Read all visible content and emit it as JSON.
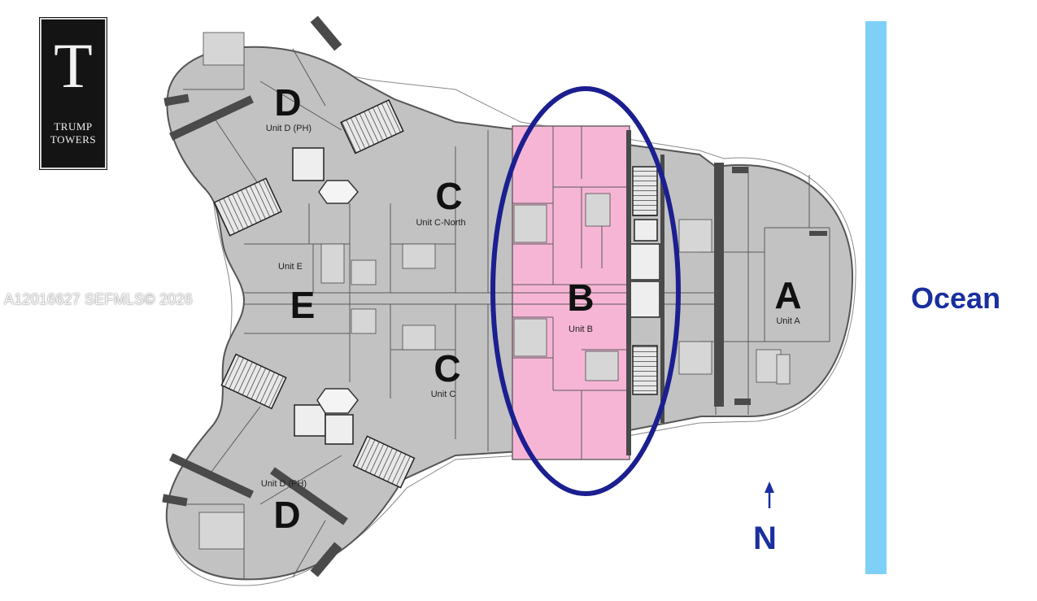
{
  "logo": {
    "letter": "T",
    "line1": "TRUMP",
    "line2": "TOWERS"
  },
  "watermark": "A12016627  SEFMLS© 2026",
  "units": {
    "d_top": {
      "letter": "D",
      "name": "Unit D (PH)"
    },
    "c_north": {
      "letter": "C",
      "name": "Unit C-North"
    },
    "e": {
      "letter": "E",
      "name": "Unit E"
    },
    "b": {
      "letter": "B",
      "name": "Unit B"
    },
    "c": {
      "letter": "C",
      "name": "Unit C"
    },
    "a": {
      "letter": "A",
      "name": "Unit A"
    },
    "d_bottom": {
      "letter": "D",
      "name": "Unit D (PH)"
    }
  },
  "ocean": {
    "label": "Ocean"
  },
  "north": {
    "label": "N"
  },
  "colors": {
    "floor": "#c2c2c2",
    "wall": "#4a4a4a",
    "highlight_unit": "#f7b5d6",
    "highlight_ring": "#1b1f8f",
    "ocean": "#7fd0f6",
    "accent_text": "#1a2f9e"
  },
  "highlighted_unit": "B"
}
